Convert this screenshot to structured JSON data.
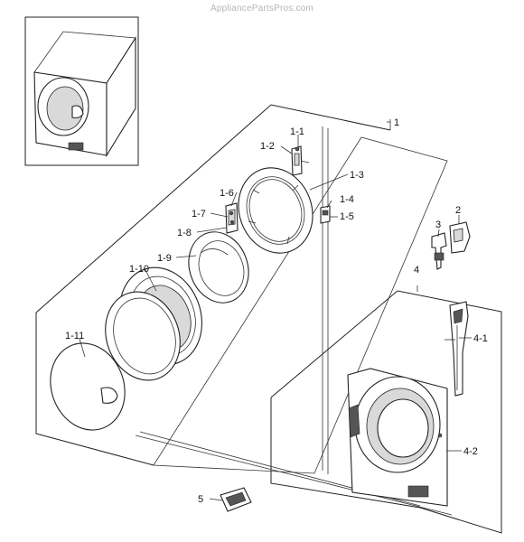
{
  "watermark": "AppliancePartsPros.com",
  "callouts": {
    "c1": "1",
    "c1_1": "1-1",
    "c1_2": "1-2",
    "c1_3": "1-3",
    "c1_4": "1-4",
    "c1_5": "1-5",
    "c1_6": "1-6",
    "c1_7": "1-7",
    "c1_8": "1-8",
    "c1_9": "1-9",
    "c1_10": "1-10",
    "c1_11": "1-11",
    "c2": "2",
    "c3": "3",
    "c4": "4",
    "c4_1": "4-1",
    "c4_2": "4-2",
    "c5": "5"
  }
}
